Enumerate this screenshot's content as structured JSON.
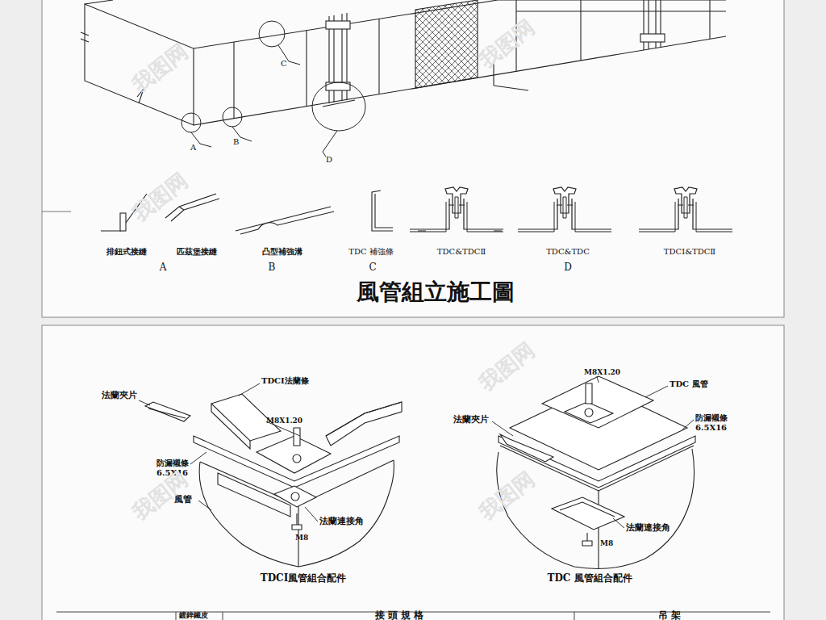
{
  "diagram": {
    "title": "風管組立施工圖",
    "labels": [
      "A",
      "B",
      "C",
      "D",
      "排鈕式接縫",
      "匹茲堡接縫",
      "凸型補強溝",
      "TDC 補強條",
      "TDC&TDCⅡ",
      "TDC&TDC",
      "TDCⅠ&TDCⅡ",
      "A",
      "B",
      "C",
      "D",
      "法蘭夾片",
      "TDCⅠ法蘭條",
      "M8X1.20",
      "防漏襯條 6.5X16",
      "風管",
      "法蘭連接角",
      "M8",
      "TDCⅠ風管組合配件",
      "M8X1.20",
      "TDC 風管",
      "法蘭夾片",
      "防漏襯條 6.5X16",
      "法蘭連接角",
      "M8",
      "TDC 風管組合配件",
      "鍍鋅鐵皮",
      "接 頭 規 格",
      "吊 架",
      "我图网",
      "我图网",
      "我图网",
      "我图网",
      "我图网",
      "我图网"
    ]
  }
}
